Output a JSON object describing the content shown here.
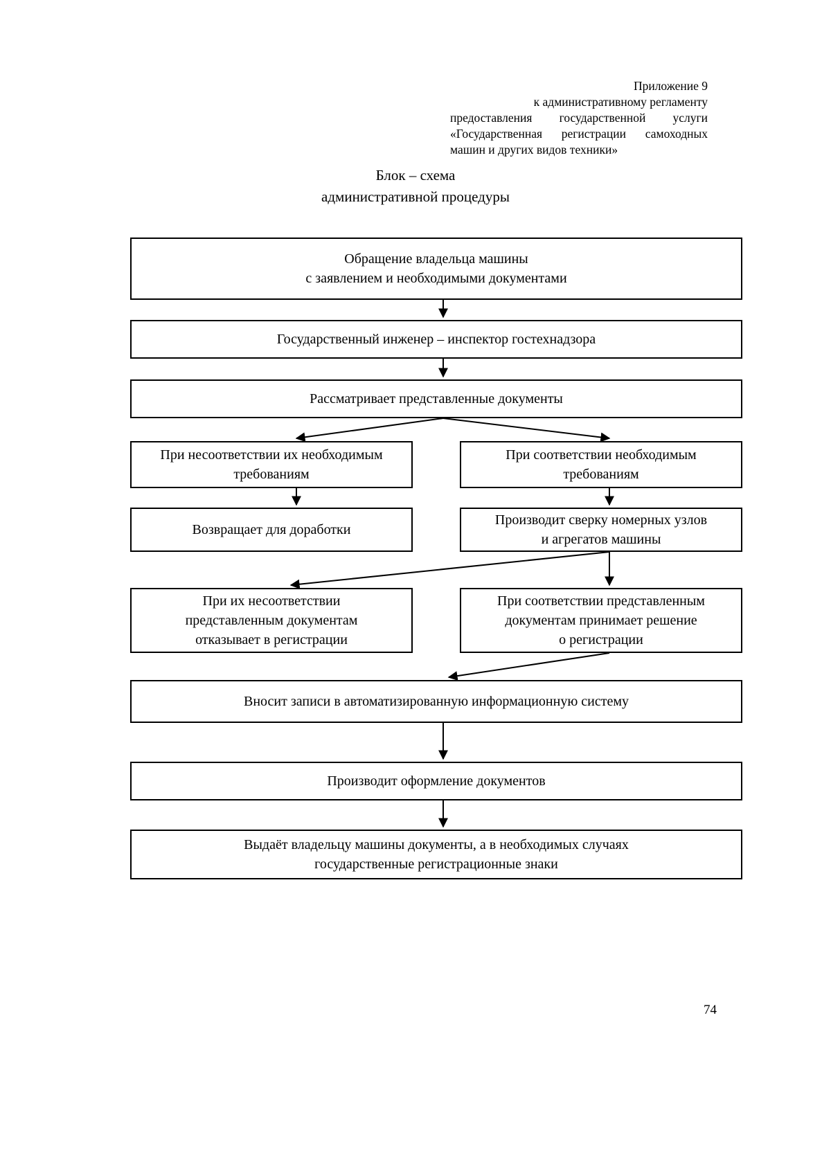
{
  "document": {
    "appendix_header": {
      "line1": "Приложение 9",
      "line2": "к административному регламенту",
      "line3": "предоставления государственной услуги",
      "line4": "«Государственная регистрации самоходных",
      "line5": "машин и других видов техники»"
    },
    "title": {
      "line1": "Блок – схема",
      "line2": "административной процедуры"
    },
    "page_number": "74"
  },
  "chart_data": {
    "type": "flowchart",
    "title": "Блок – схема административной процедуры",
    "orientation": "top-to-bottom",
    "nodes": [
      {
        "id": "request",
        "label": "Обращение владельца машины\nс заявлением и необходимыми документами",
        "column": "full",
        "row": 1
      },
      {
        "id": "inspector",
        "label": "Государственный инженер – инспектор гостехнадзора",
        "column": "full",
        "row": 2
      },
      {
        "id": "review",
        "label": "Рассматривает представленные документы",
        "column": "full",
        "row": 3
      },
      {
        "id": "mismatch-requirements",
        "label": "При несоответствии их необходимым\nтребованиям",
        "column": "left",
        "row": 4
      },
      {
        "id": "match-requirements",
        "label": "При соответствии необходимым\nтребованиям",
        "column": "right",
        "row": 4
      },
      {
        "id": "return-for-revision",
        "label": "Возвращает для доработки",
        "column": "left",
        "row": 5
      },
      {
        "id": "verify-units",
        "label": "Производит сверку номерных узлов\nи агрегатов машины",
        "column": "right",
        "row": 5
      },
      {
        "id": "refuse-registration",
        "label": "При их несоответствии\nпредставленным документам\nотказывает в регистрации",
        "column": "left",
        "row": 6
      },
      {
        "id": "decide-registration",
        "label": "При соответствии представленным\nдокументам принимает решение\nо регистрации",
        "column": "right",
        "row": 6
      },
      {
        "id": "enter-into-ais",
        "label": "Вносит записи в автоматизированную информационную систему",
        "column": "full",
        "row": 7
      },
      {
        "id": "prepare-documents",
        "label": "Производит оформление документов",
        "column": "full",
        "row": 8
      },
      {
        "id": "issue-documents",
        "label": "Выдаёт владельцу машины документы, а в необходимых случаях\nгосударственные регистрационные знаки",
        "column": "full",
        "row": 9
      }
    ],
    "edges": [
      {
        "from": "request",
        "to": "inspector",
        "style": "straight-down"
      },
      {
        "from": "inspector",
        "to": "review",
        "style": "straight-down"
      },
      {
        "from": "review",
        "to": "mismatch-requirements",
        "style": "diagonal-left"
      },
      {
        "from": "review",
        "to": "match-requirements",
        "style": "diagonal-right"
      },
      {
        "from": "mismatch-requirements",
        "to": "return-for-revision",
        "style": "straight-down"
      },
      {
        "from": "match-requirements",
        "to": "verify-units",
        "style": "straight-down"
      },
      {
        "from": "verify-units",
        "to": "refuse-registration",
        "style": "diagonal-left"
      },
      {
        "from": "verify-units",
        "to": "decide-registration",
        "style": "straight-down"
      },
      {
        "from": "decide-registration",
        "to": "enter-into-ais",
        "style": "diagonal-left"
      },
      {
        "from": "enter-into-ais",
        "to": "prepare-documents",
        "style": "straight-down"
      },
      {
        "from": "prepare-documents",
        "to": "issue-documents",
        "style": "straight-down"
      }
    ]
  }
}
